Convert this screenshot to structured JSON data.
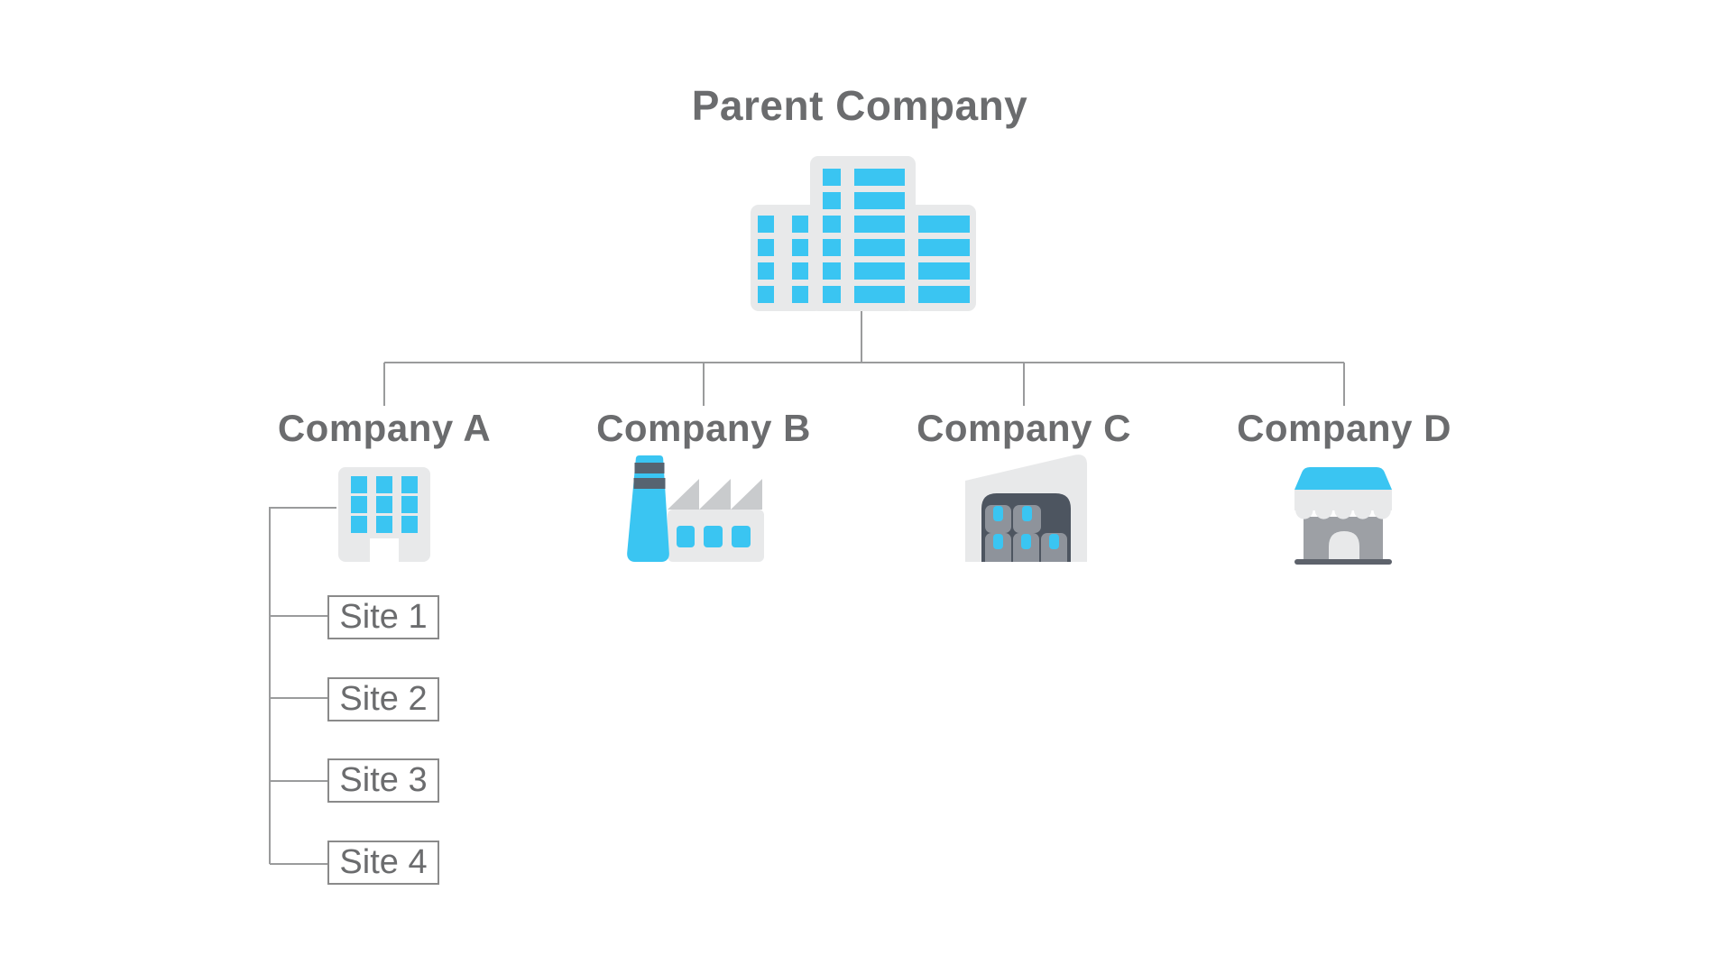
{
  "org": {
    "root": {
      "label": "Parent Company",
      "icon": "corporate-headquarters-building"
    },
    "children": [
      {
        "label": "Company A",
        "icon": "office-building",
        "sites": [
          "Site 1",
          "Site 2",
          "Site 3",
          "Site 4"
        ]
      },
      {
        "label": "Company B",
        "icon": "factory"
      },
      {
        "label": "Company C",
        "icon": "modern-building"
      },
      {
        "label": "Company D",
        "icon": "storefront"
      }
    ]
  },
  "colors": {
    "accent_cyan": "#3AC5F2",
    "icon_light_gray": "#E8E9EA",
    "icon_mid_gray": "#C9CBCD",
    "slate_dark": "#566370",
    "arch_dark": "#4D5560",
    "pillar_gray": "#8E939B",
    "store_body_gray": "#9DA0A5",
    "base_dark": "#5D626B",
    "text_gray": "#6B6C6E",
    "line_gray": "#9A9B9C",
    "box_border_gray": "#8A8A8A",
    "page_bg": "#FFFFFF"
  }
}
